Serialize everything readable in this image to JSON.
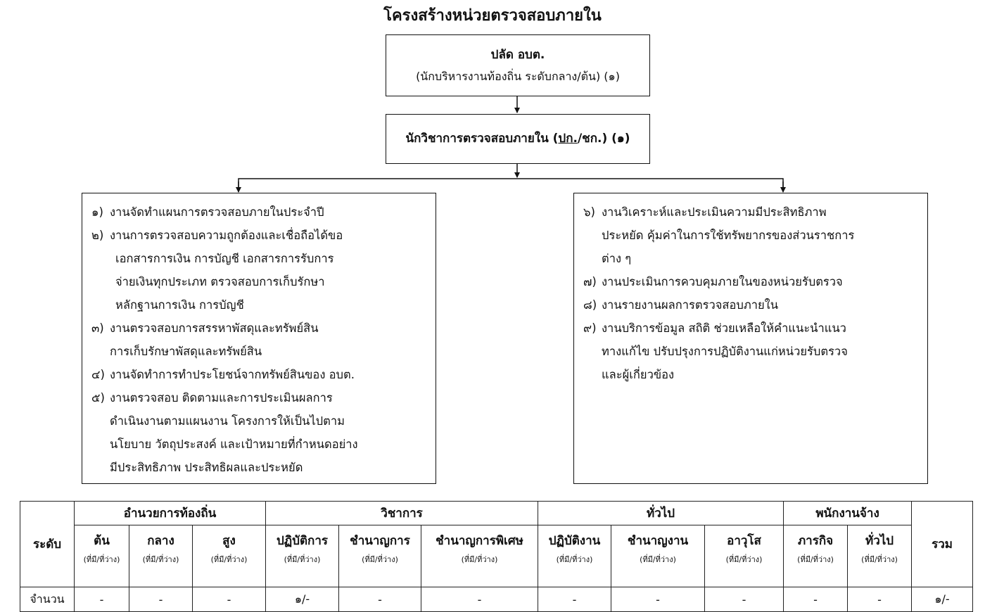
{
  "title": "โครงสร้างหน่วยตรวจสอบภายใน",
  "chief_box": {
    "title": "ปลัด อบต.",
    "subtitle": "(นักบริหารงานท้องถิ่น ระดับกลาง/ต้น) (๑)"
  },
  "auditor_box": {
    "title_before": "นักวิชาการตรวจสอบภายใน (",
    "title_underlined": "ปก.",
    "title_after": "/ชก.) (๑)"
  },
  "left_tasks": [
    {
      "num": "๑)",
      "lines": [
        "งานจัดทำแผนการตรวจสอบภายในประจำปี"
      ]
    },
    {
      "num": "๒)",
      "lines": [
        "งานการตรวจสอบความถูกต้องและเชื่อถือได้ขอ",
        "เอกสารการเงิน การบัญชี เอกสารการรับการ",
        "จ่ายเงินทุกประเภท ตรวจสอบการเก็บรักษา",
        "หลักฐานการเงิน การบัญชี"
      ]
    },
    {
      "num": "๓)",
      "lines": [
        "งานตรวจสอบการสรรหาพัสดุและทรัพย์สิน",
        "การเก็บรักษาพัสดุและทรัพย์สิน"
      ]
    },
    {
      "num": "๔)",
      "lines": [
        "งานจัดทำการทำประโยชน์จากทรัพย์สินของ อบต."
      ]
    },
    {
      "num": "๕)",
      "lines": [
        "งานตรวจสอบ ติดตามและการประเมินผลการ",
        "ดำเนินงานตามแผนงาน โครงการให้เป็นไปตาม",
        "นโยบาย วัตถุประสงค์ และเป้าหมายที่กำหนดอย่าง",
        "มีประสิทธิภาพ ประสิทธิผลและประหยัด"
      ]
    }
  ],
  "right_tasks": [
    {
      "num": "๖)",
      "lines": [
        "งานวิเคราะห์และประเมินความมีประสิทธิภาพ",
        "ประหยัด คุ้มค่าในการใช้ทรัพยากรของส่วนราชการ",
        "ต่าง ๆ"
      ]
    },
    {
      "num": "๗)",
      "lines": [
        "งานประเมินการควบคุมภายในของหน่วยรับตรวจ"
      ]
    },
    {
      "num": "๘)",
      "lines": [
        "งานรายงานผลการตรวจสอบภายใน"
      ]
    },
    {
      "num": "๙)",
      "lines": [
        "งานบริการข้อมูล สถิติ ช่วยเหลือให้คำแนะนำแนว",
        "ทางแก้ไข ปรับปรุงการปฏิบัติงานแก่หน่วยรับตรวจ",
        "และผู้เกี่ยวข้อง"
      ]
    }
  ],
  "table": {
    "level_label": "ระดับ",
    "total_label": "รวม",
    "groups": [
      {
        "name": "อำนวยการท้องถิ่น",
        "span": 3
      },
      {
        "name": "วิชาการ",
        "span": 3
      },
      {
        "name": "ทั่วไป",
        "span": 3
      },
      {
        "name": "พนักงานจ้าง",
        "span": 2
      }
    ],
    "positions": [
      "ต้น",
      "กลาง",
      "สูง",
      "ปฏิบัติการ",
      "ชำนาญการ",
      "ชำนาญการพิเศษ",
      "ปฏิบัติงาน",
      "ชำนาญงาน",
      "อาวุโส",
      "ภารกิจ",
      "ทั่วไป"
    ],
    "sub_note": "(ที่มี/ที่ว่าง)",
    "count_label": "จำนวน",
    "counts": [
      "-",
      "-",
      "-",
      "๑/-",
      "-",
      "-",
      "-",
      "-",
      "-",
      "-",
      "-"
    ],
    "total": "๑/-"
  }
}
